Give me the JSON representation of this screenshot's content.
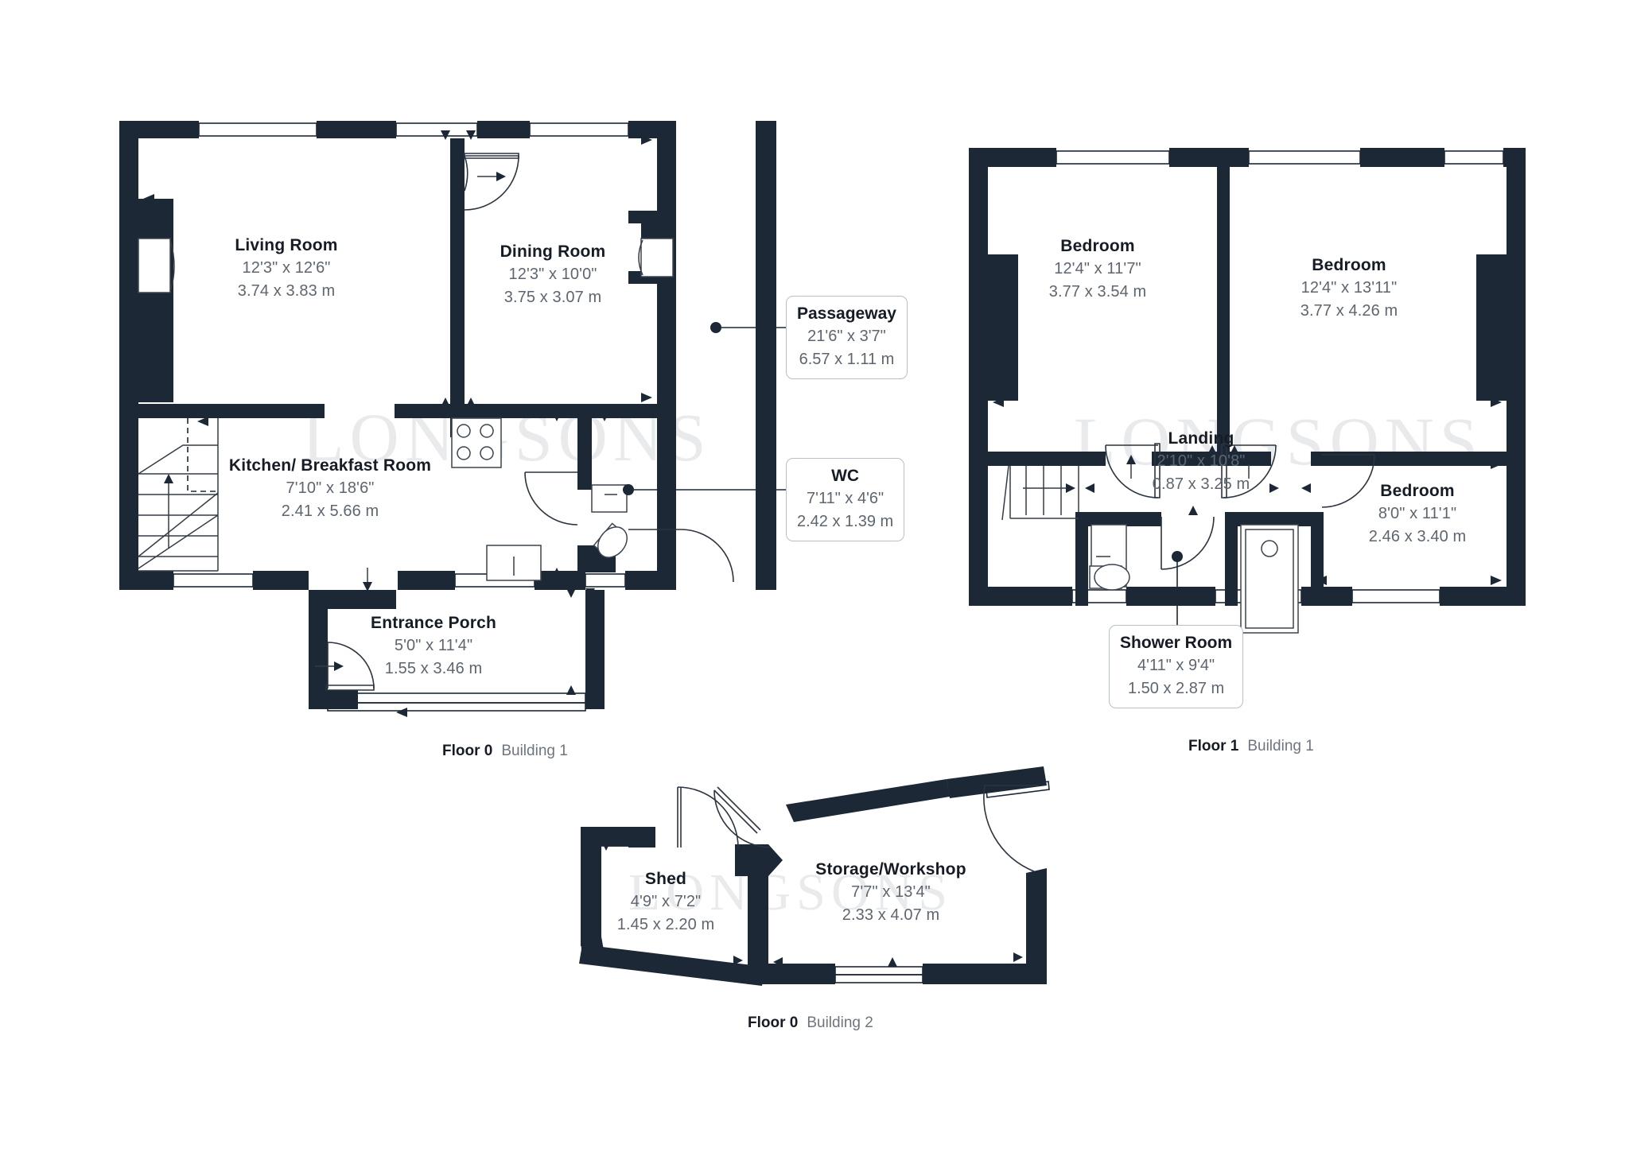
{
  "watermark": {
    "text": "LONGSONS"
  },
  "colors": {
    "wall": "#1c2836",
    "room_name": "#151c25",
    "room_dim": "#5d6670",
    "callout_border": "#b9bfc6",
    "background": "#ffffff",
    "watermark": "#e9eaec"
  },
  "floors": [
    {
      "id": "floor-0-building-1",
      "caption_floor": "Floor 0",
      "caption_building": "Building 1",
      "rooms": [
        {
          "name": "Living Room",
          "imperial": "12'3\" x 12'6\"",
          "metric": "3.74 x 3.83 m"
        },
        {
          "name": "Dining Room",
          "imperial": "12'3\" x 10'0\"",
          "metric": "3.75 x 3.07 m"
        },
        {
          "name": "Kitchen/ Breakfast Room",
          "imperial": "7'10\" x 18'6\"",
          "metric": "2.41 x 5.66 m"
        },
        {
          "name": "Entrance Porch",
          "imperial": "5'0\" x 11'4\"",
          "metric": "1.55 x 3.46 m"
        }
      ],
      "callouts": [
        {
          "name": "Passageway",
          "imperial": "21'6\" x 3'7\"",
          "metric": "6.57 x 1.11 m"
        },
        {
          "name": "WC",
          "imperial": "7'11\" x 4'6\"",
          "metric": "2.42 x 1.39 m"
        }
      ]
    },
    {
      "id": "floor-1-building-1",
      "caption_floor": "Floor 1",
      "caption_building": "Building 1",
      "rooms": [
        {
          "name": "Bedroom",
          "imperial": "12'4\" x 11'7\"",
          "metric": "3.77 x 3.54 m"
        },
        {
          "name": "Bedroom",
          "imperial": "12'4\" x 13'11\"",
          "metric": "3.77 x 4.26 m"
        },
        {
          "name": "Landing",
          "imperial": "2'10\" x 10'8\"",
          "metric": "0.87 x 3.25 m"
        },
        {
          "name": "Bedroom",
          "imperial": "8'0\" x 11'1\"",
          "metric": "2.46 x 3.40 m"
        }
      ],
      "callouts": [
        {
          "name": "Shower Room",
          "imperial": "4'11\" x 9'4\"",
          "metric": "1.50 x 2.87 m"
        }
      ]
    },
    {
      "id": "floor-0-building-2",
      "caption_floor": "Floor 0",
      "caption_building": "Building 2",
      "rooms": [
        {
          "name": "Shed",
          "imperial": "4'9\" x 7'2\"",
          "metric": "1.45 x 2.20 m"
        },
        {
          "name": "Storage/Workshop",
          "imperial": "7'7\" x 13'4\"",
          "metric": "2.33 x 4.07 m"
        }
      ],
      "callouts": []
    }
  ]
}
